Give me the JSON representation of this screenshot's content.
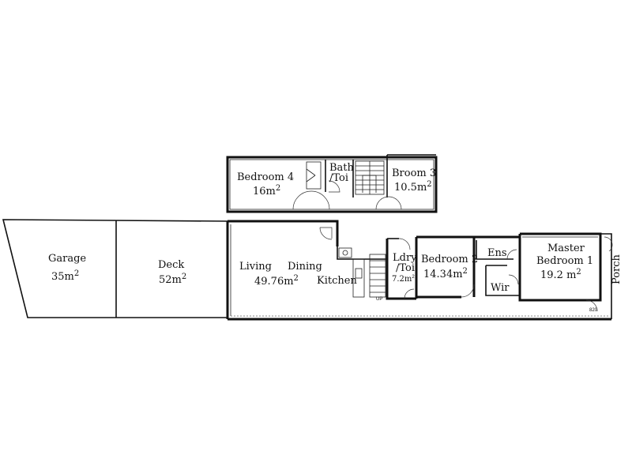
{
  "rooms": {
    "garage": {
      "name": "Garage",
      "area": "35m",
      "sup": "2"
    },
    "deck": {
      "name": "Deck",
      "area": "52m",
      "sup": "2"
    },
    "living": {
      "name": "Living"
    },
    "dining": {
      "name": "Dining",
      "area": "49.76m",
      "sup": "2"
    },
    "kitchen": {
      "name": "Kitchen"
    },
    "laundry": {
      "name_line1": "Ldry",
      "name_line2": "/Toi",
      "area": "7.2m",
      "sup": "2"
    },
    "bedroom2": {
      "name": "Bedroom 2",
      "area": "14.34m",
      "sup": "2"
    },
    "ensuite": {
      "name": "Ens"
    },
    "wir": {
      "name": "Wir"
    },
    "master": {
      "name_line1": "Master",
      "name_line2": "Bedroom 1",
      "area": "19.2 m",
      "sup": "2"
    },
    "porch": {
      "name": "Porch"
    },
    "bedroom4": {
      "name": "Bedroom 4",
      "area": "16m",
      "sup": "2"
    },
    "bath": {
      "name_line1": "Bath",
      "name_line2": "/Toi"
    },
    "bedroom3": {
      "name": "Broom 3",
      "area": "10.5m",
      "sup": "2"
    }
  },
  "annotations": {
    "door_width": "820",
    "stair_up": "UP"
  }
}
